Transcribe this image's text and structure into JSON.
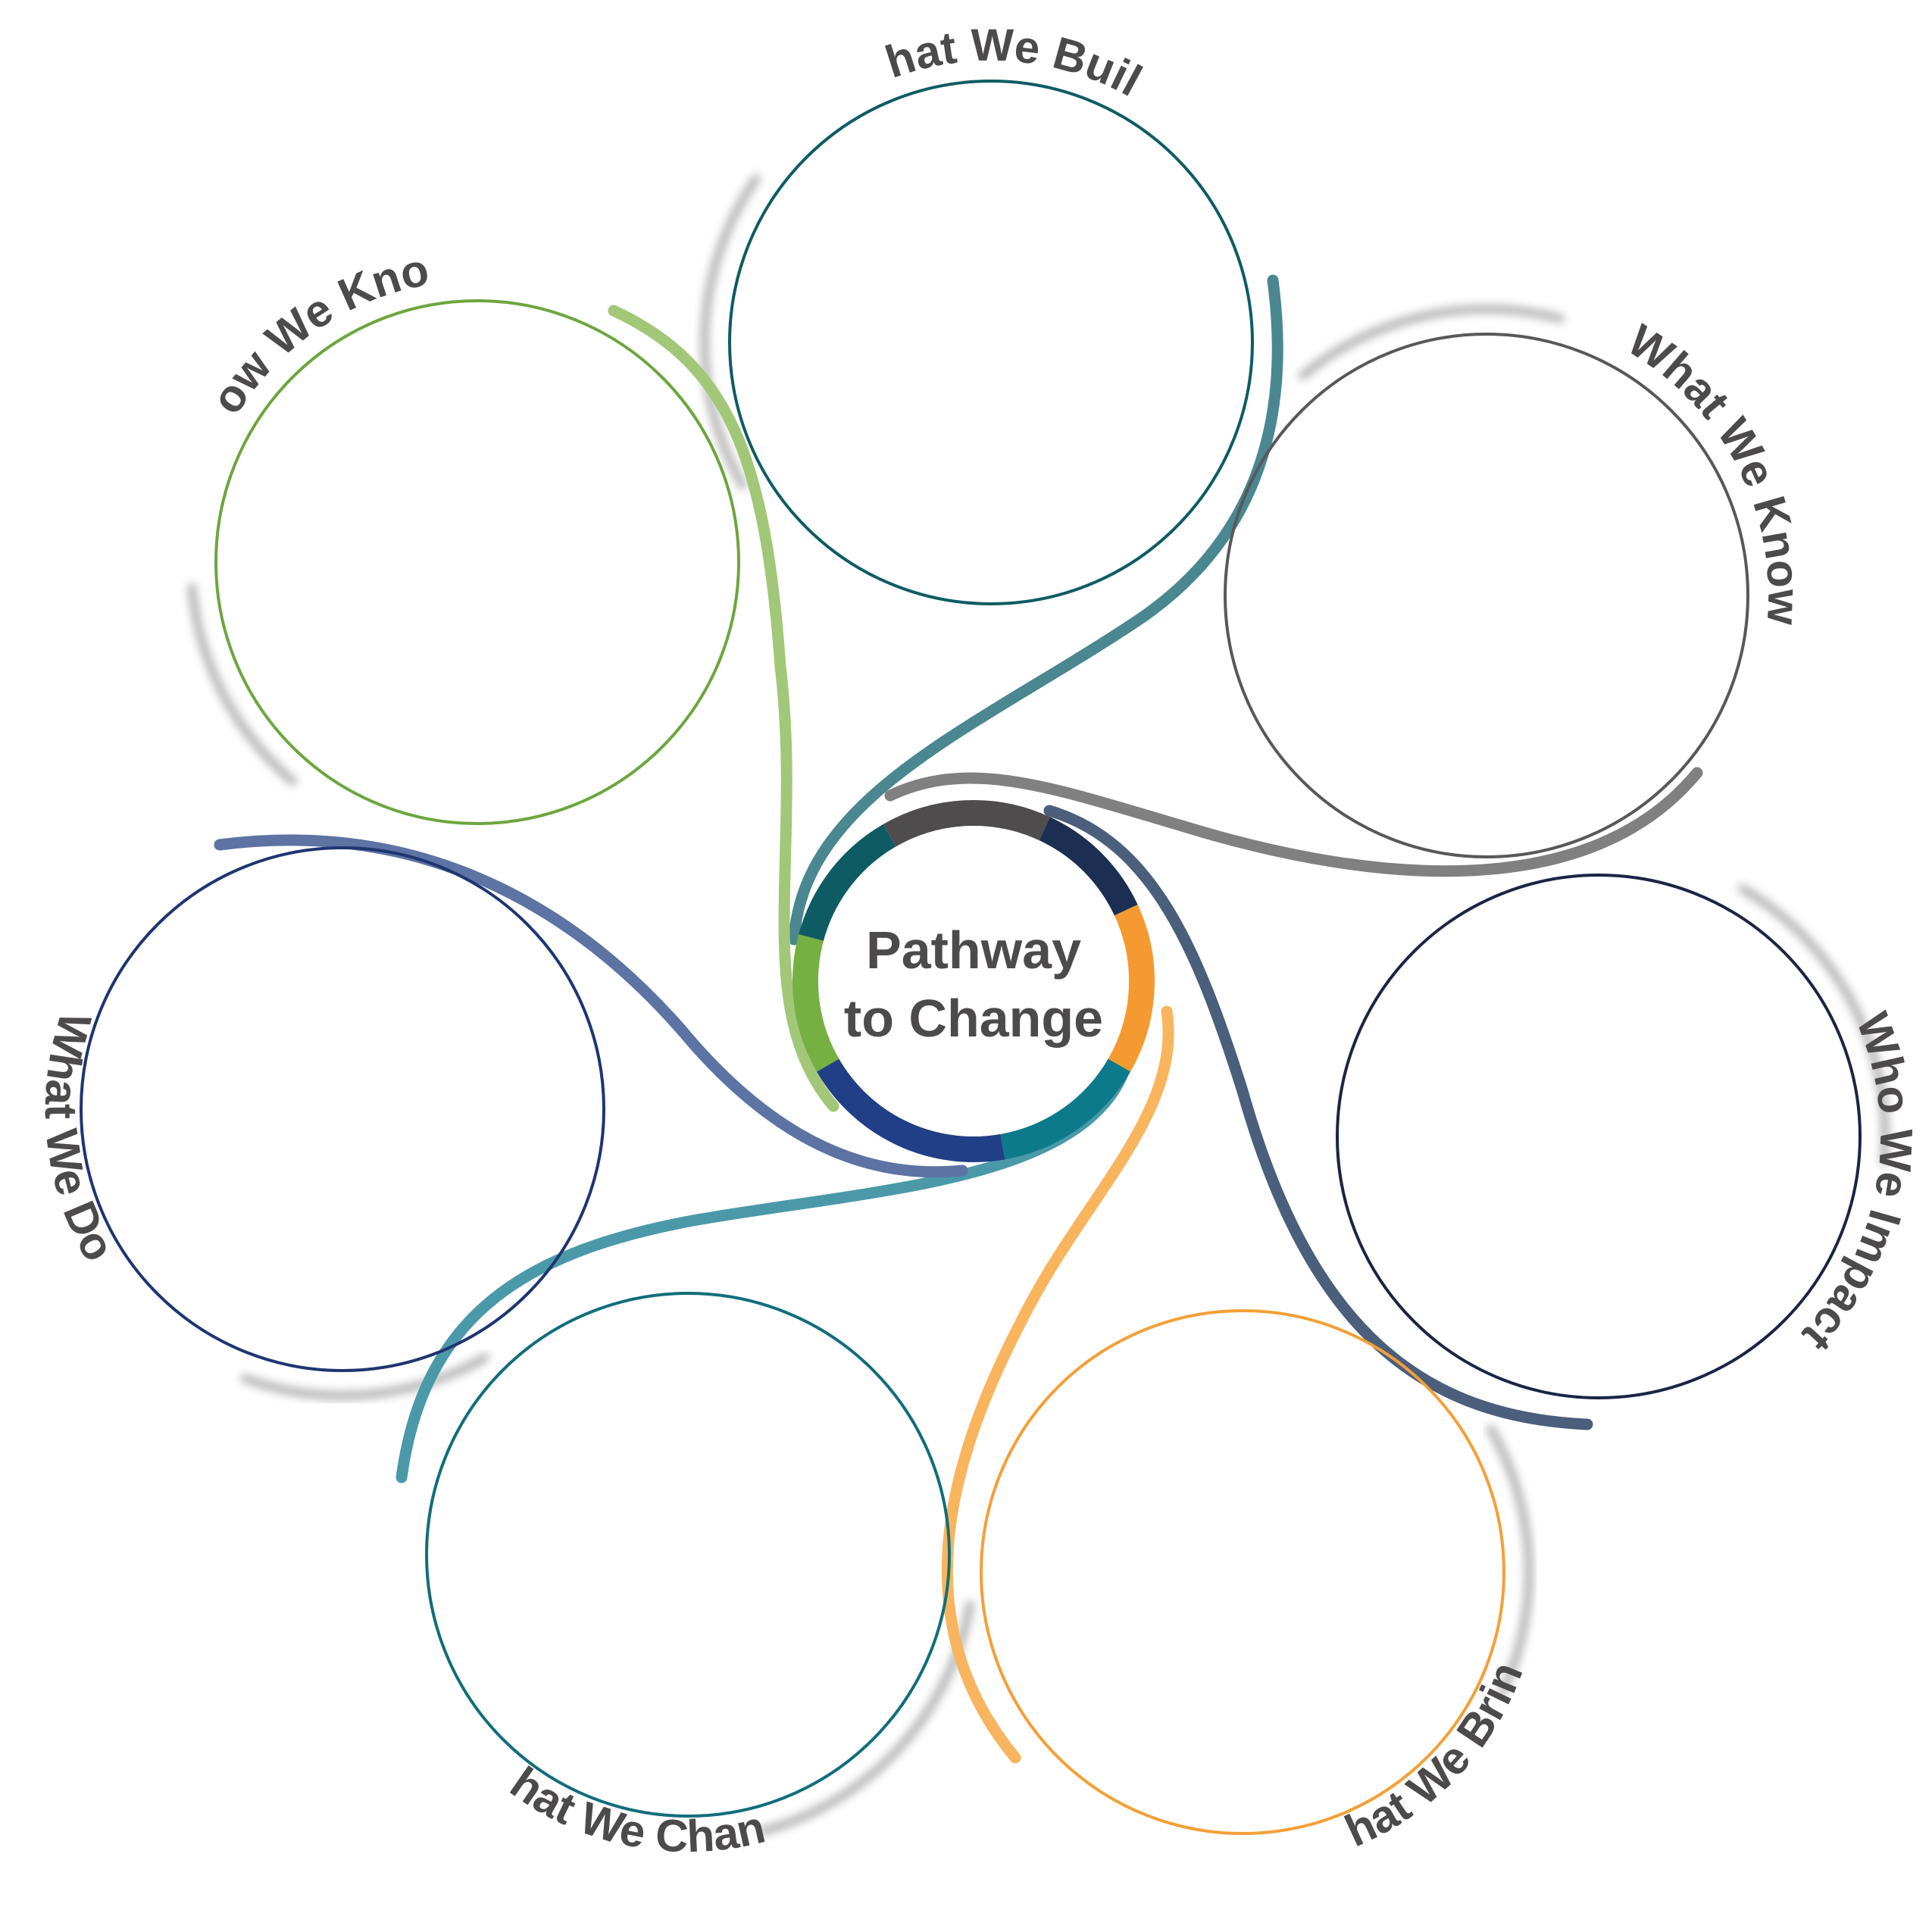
{
  "center": {
    "line1": "Pathway",
    "line2": "to Change"
  },
  "nodes": [
    {
      "id": "what-we-build",
      "label": "What We Build",
      "color": "#0f5b63",
      "swirl_color": "#4a8791"
    },
    {
      "id": "what-we-know",
      "label": "What We Know",
      "color": "#58585a",
      "swirl_color": "#808080"
    },
    {
      "id": "who-we-impact",
      "label": "Who We Impact",
      "color": "#1b2444",
      "swirl_color": "#4b5e7c"
    },
    {
      "id": "what-we-bring",
      "label": "What We Bring",
      "color": "#f3a038",
      "swirl_color": "#f8b55d"
    },
    {
      "id": "what-we-change",
      "label": "What We Change",
      "color": "#126d7a",
      "swirl_color": "#4b99a8"
    },
    {
      "id": "what-we-do",
      "label": "What We Do",
      "color": "#1f3571",
      "swirl_color": "#5c73a3"
    },
    {
      "id": "how-we-know",
      "label": "How We Know",
      "color": "#6ea53f",
      "swirl_color": "#a3c778"
    }
  ],
  "center_ring_colors": [
    "#4f4c4e",
    "#1c2e52",
    "#f59a30",
    "#0c7a8b",
    "#213f86",
    "#76b043",
    "#0f5b63"
  ]
}
